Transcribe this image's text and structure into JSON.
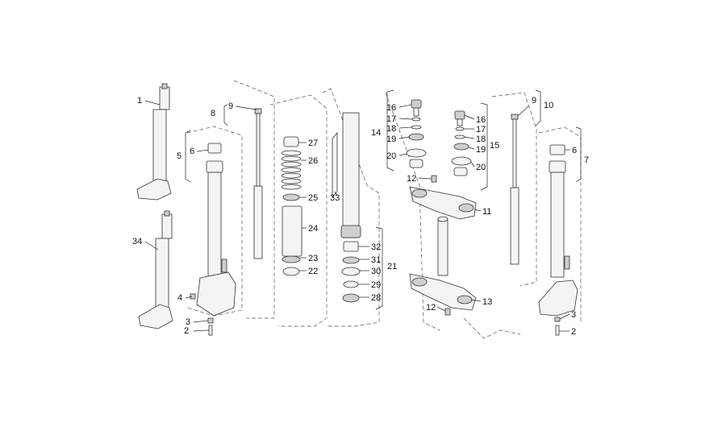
{
  "labels": [
    "1",
    "34",
    "5",
    "6",
    "8",
    "9",
    "4",
    "3",
    "2",
    "27",
    "26",
    "25",
    "24",
    "23",
    "22",
    "33",
    "32",
    "31",
    "21",
    "30",
    "29",
    "28",
    "16",
    "17",
    "18",
    "19",
    "14",
    "20",
    "12",
    "11",
    "13",
    "9",
    "10",
    "16",
    "17",
    "18",
    "19",
    "15",
    "20",
    "6",
    "7",
    "3",
    "2"
  ]
}
